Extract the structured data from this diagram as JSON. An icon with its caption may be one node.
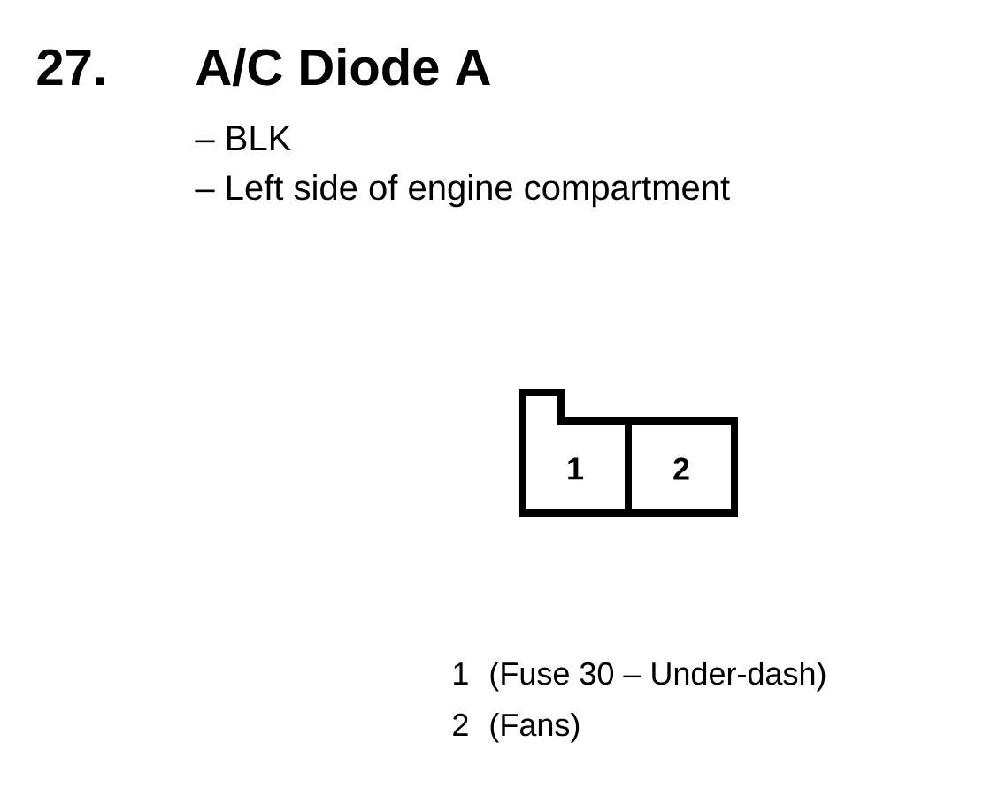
{
  "diagram": {
    "title": "A/C Diode A",
    "nodes": [
      {
        "text": [],
        "shape": "box"
      },
      {
        "text": [
          "1"
        ],
        "in": 0
      },
      {
        "text": [
          "2"
        ],
        "in": 0
      }
    ],
    "labels": [
      "27.",
      "– BLK",
      "– Left side of engine compartment",
      "1",
      "(Fuse 30 – Under-dash)",
      "2",
      "(Fans)"
    ]
  }
}
